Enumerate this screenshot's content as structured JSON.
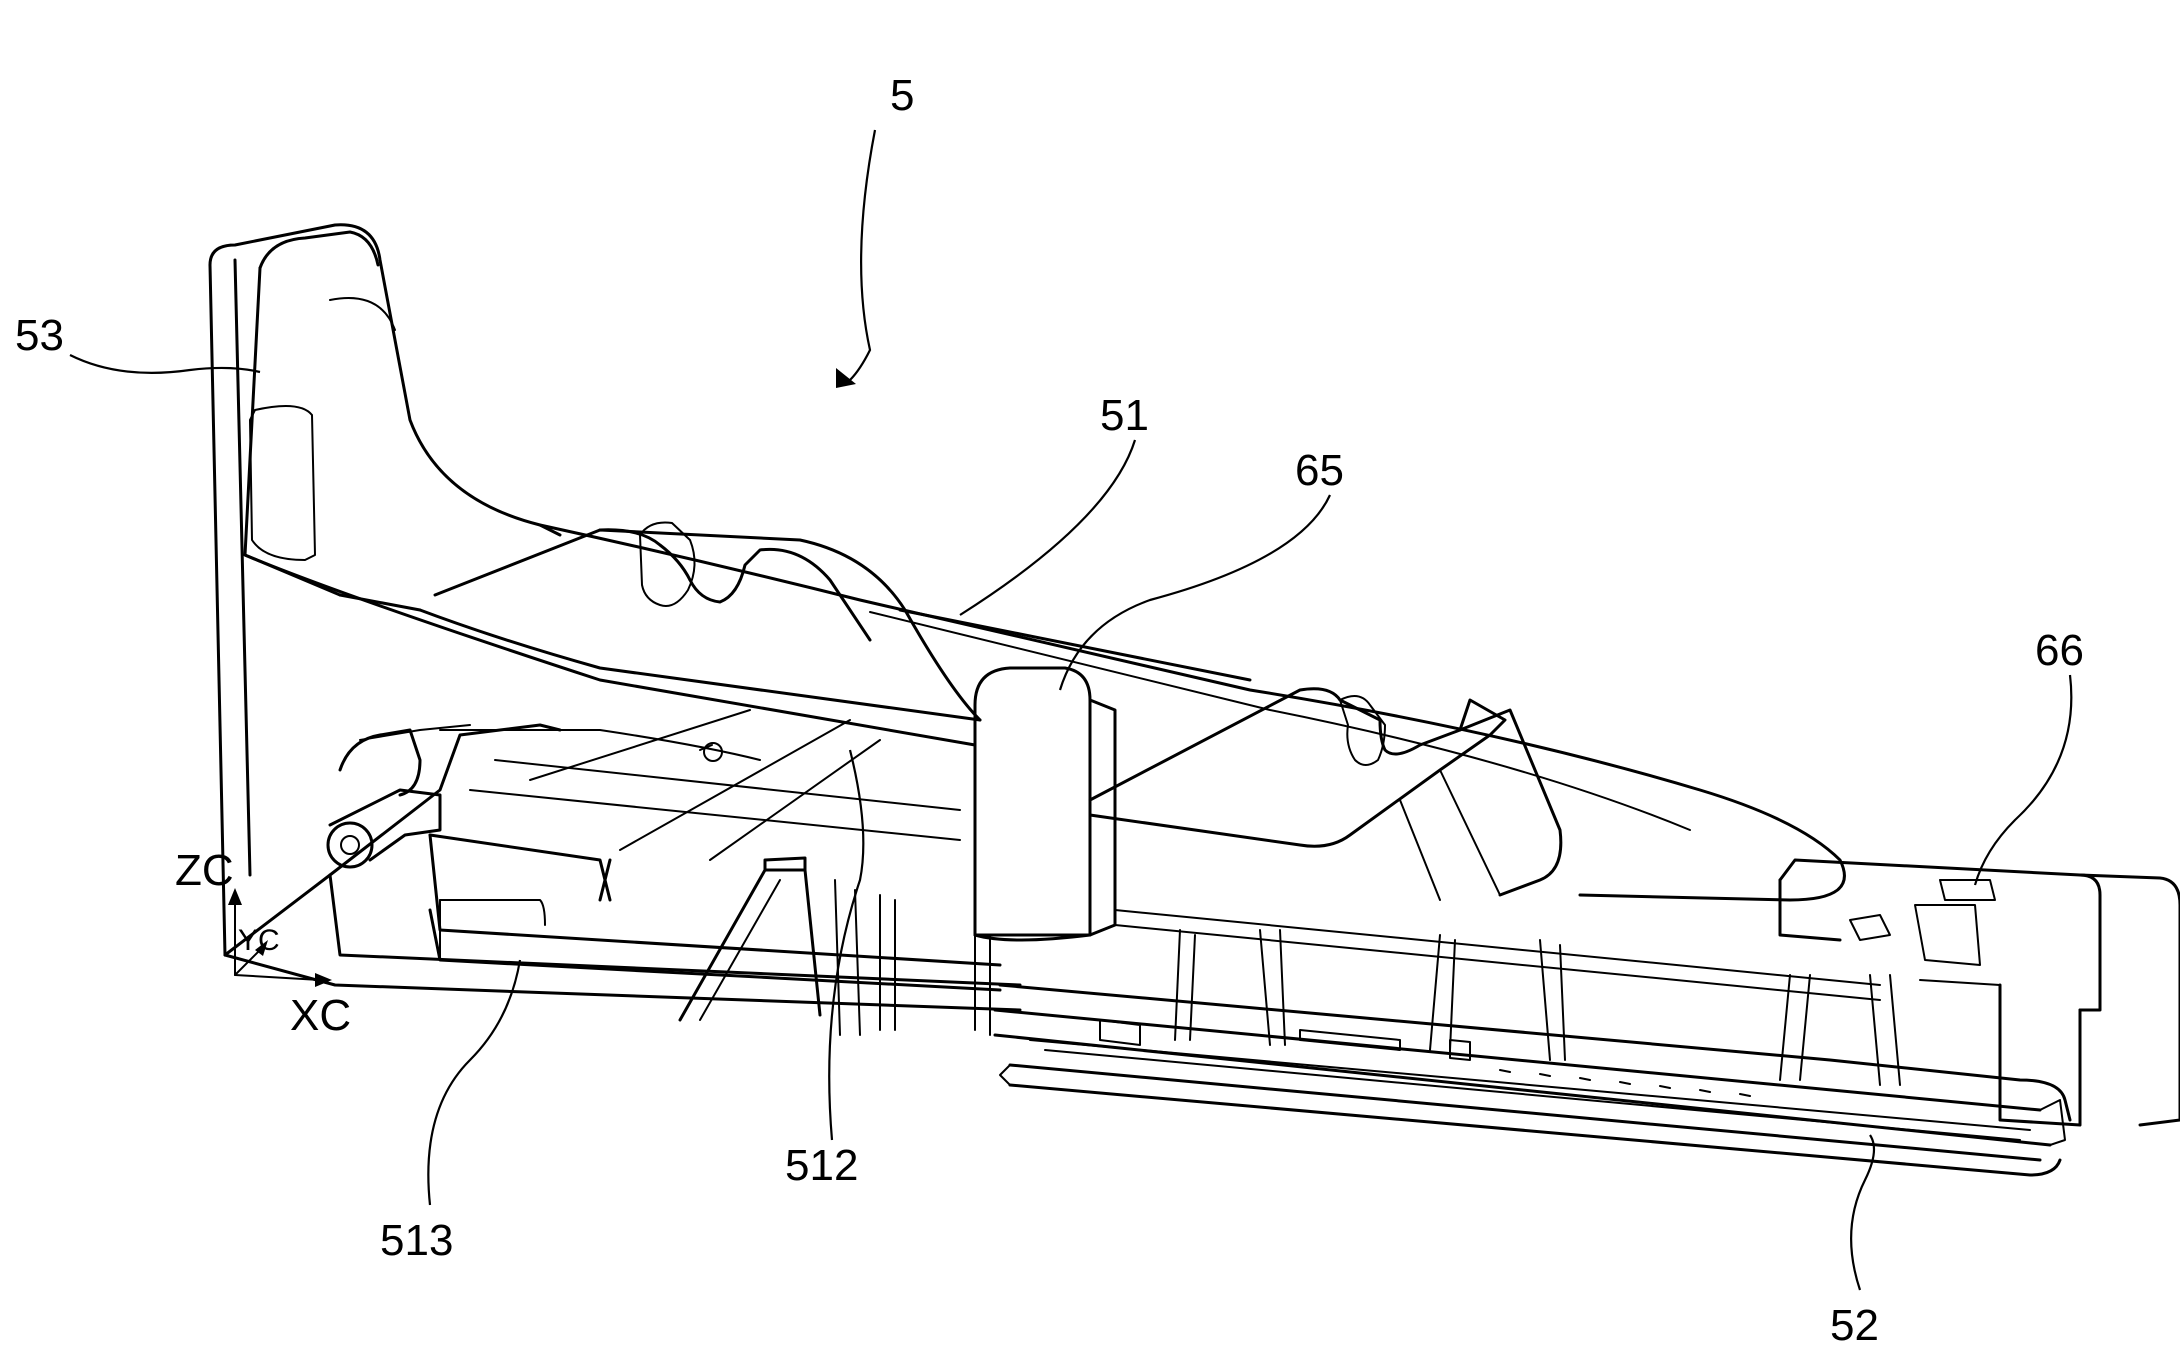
{
  "figure": {
    "labels": {
      "l5": "5",
      "l53": "53",
      "l51": "51",
      "l65": "65",
      "l66": "66",
      "l512": "512",
      "l513": "513",
      "l52": "52"
    },
    "axes": {
      "zc": "ZC",
      "yc": "YC",
      "xc": "XC"
    }
  }
}
